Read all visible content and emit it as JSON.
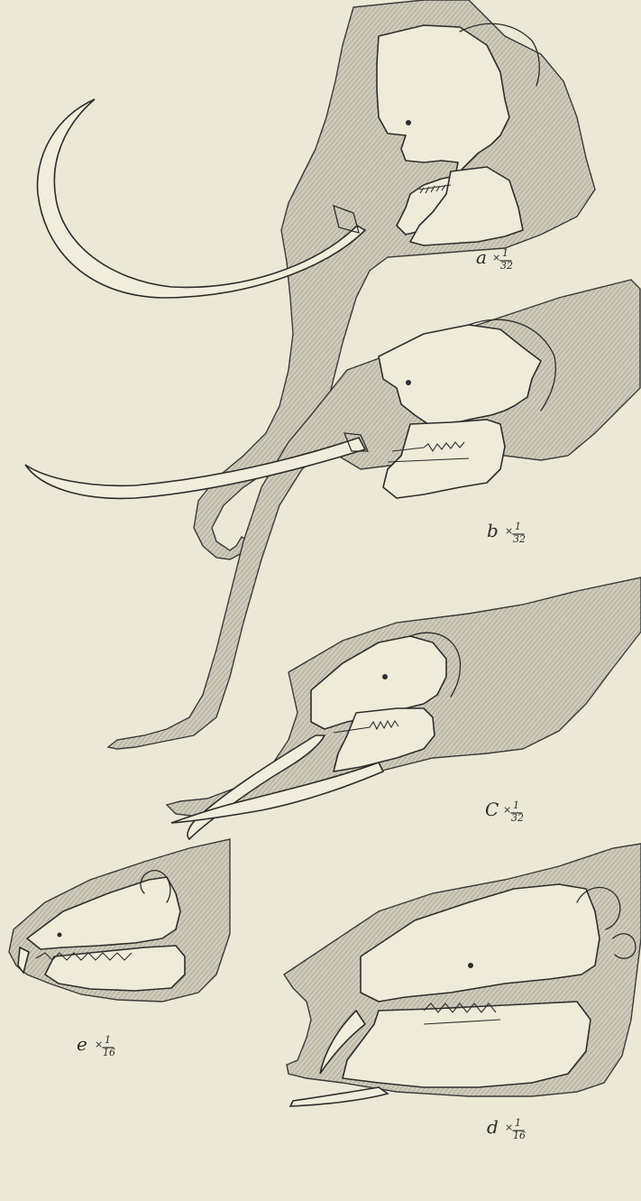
{
  "figures": [
    {
      "id": "a",
      "letter": "a",
      "times": "×",
      "numerator": "1",
      "denominator": "32"
    },
    {
      "id": "b",
      "letter": "b",
      "times": "×",
      "numerator": "1",
      "denominator": "32"
    },
    {
      "id": "c",
      "letter": "C",
      "times": "×",
      "numerator": "1",
      "denominator": "32"
    },
    {
      "id": "e",
      "letter": "e",
      "times": "×",
      "numerator": "1",
      "denominator": "16"
    },
    {
      "id": "d",
      "letter": "d",
      "times": "×",
      "numerator": "1",
      "denominator": "16"
    }
  ],
  "colors": {
    "paper": "#ece8d6",
    "ink": "#2d2d2d",
    "hatch": "#9a978a"
  }
}
